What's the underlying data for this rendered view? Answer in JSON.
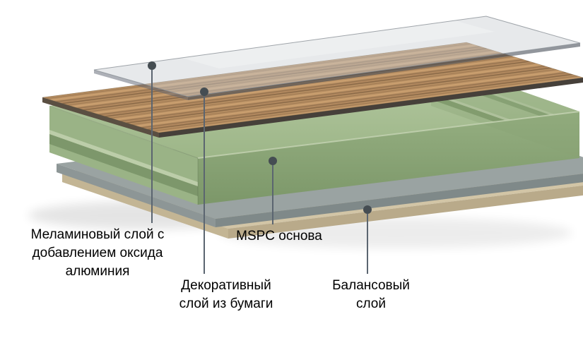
{
  "diagram": {
    "subject": "MSPC flooring plank layer structure",
    "language": "ru"
  },
  "labels": {
    "melamine": {
      "lines": [
        "Меламиновый слой с",
        "добавлением оксида",
        "алюминия"
      ]
    },
    "core": {
      "lines": [
        "MSPC основа"
      ]
    },
    "decorative": {
      "lines": [
        "Декоративный",
        "слой из бумаги"
      ]
    },
    "balance": {
      "lines": [
        "Балансовый",
        "слой"
      ]
    }
  },
  "layers": [
    {
      "name": "melamine-layer",
      "label": "Меламиновый слой с добавлением оксида алюминия",
      "color": "#c9ced3"
    },
    {
      "name": "decorative-layer",
      "label": "Декоративный слой из бумаги",
      "color": "#b3885a"
    },
    {
      "name": "core-layer",
      "label": "MSPC основа",
      "color": "#a6bd92"
    },
    {
      "name": "balance-layer",
      "label": "Балансовый слой",
      "color": "#d2c5a6"
    }
  ],
  "colors": {
    "background": "#ffffff",
    "core_green_top": "#a9bf96",
    "core_green_front": "#8fa97c",
    "wood_base": "#b3885a",
    "wood_dark_streak": "#83603c",
    "glass_tint": "#c9ced3",
    "underlay_gray": "#9aa3a2",
    "balance_tan": "#d2c5a6",
    "pointer_line": "#5b6570",
    "pointer_dot": "#454d52",
    "text": "#000000"
  }
}
